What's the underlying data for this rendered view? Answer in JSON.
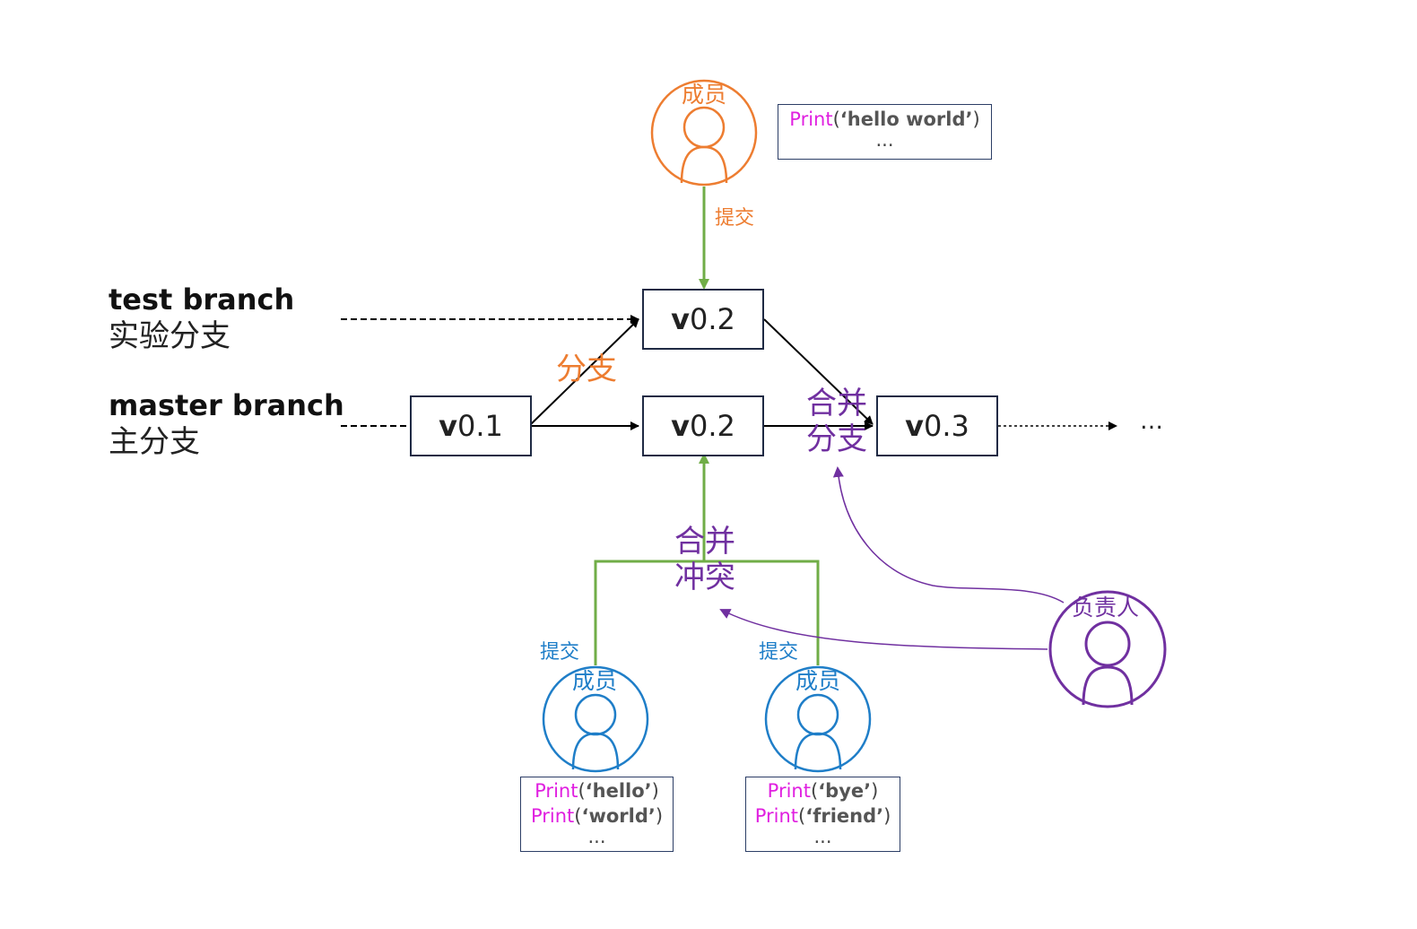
{
  "branches": {
    "test_en": "test branch",
    "test_zh": "实验分支",
    "master_en": "master branch",
    "master_zh": "主分支"
  },
  "versions": {
    "v01": {
      "prefix": "v",
      "num": "0.1"
    },
    "v02_test": {
      "prefix": "v",
      "num": "0.2"
    },
    "v02_master": {
      "prefix": "v",
      "num": "0.2"
    },
    "v03": {
      "prefix": "v",
      "num": "0.3"
    }
  },
  "ellipsis": "…",
  "labels": {
    "branch_off": "分支",
    "merge_branch_1": "合并",
    "merge_branch_2": "分支",
    "merge_conflict_1": "合并",
    "merge_conflict_2": "冲突",
    "commit_top": "提交",
    "commit_left": "提交",
    "commit_right": "提交"
  },
  "people": {
    "top_member": "成员",
    "left_member": "成员",
    "right_member": "成员",
    "owner": "负责人"
  },
  "code": {
    "top": {
      "kw": "Print",
      "open": "(",
      "str": "‘hello world’",
      "close": ")",
      "more": "..."
    },
    "left_1": {
      "kw": "Print",
      "open": "(",
      "str": "‘hello’",
      "close": ")"
    },
    "left_2": {
      "kw": "Print",
      "open": "(",
      "str": "‘world’",
      "close": ")"
    },
    "left_more": "...",
    "right_1": {
      "kw": "Print",
      "open": "(",
      "str": "‘bye’",
      "close": ")"
    },
    "right_2": {
      "kw": "Print",
      "open": "(",
      "str": "‘friend’",
      "close": ")"
    },
    "right_more": "..."
  },
  "colors": {
    "orange": "#ed7d31",
    "purple": "#7030a0",
    "blue": "#1f7ec8",
    "green": "#70ad47",
    "keyword": "#e020e0"
  }
}
